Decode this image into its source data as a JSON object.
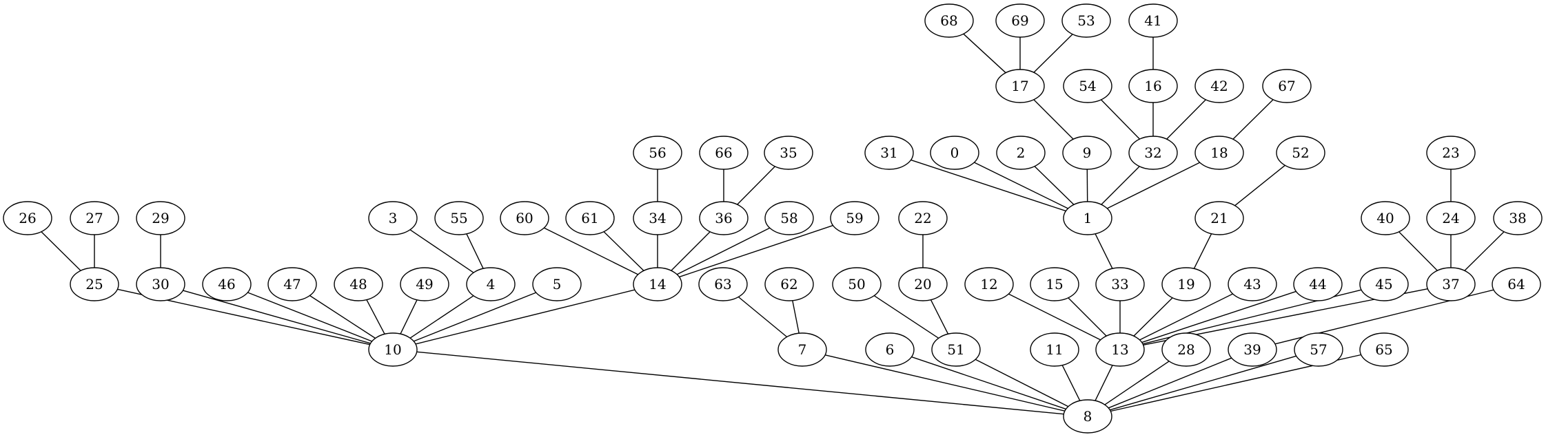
{
  "graph": {
    "type": "tree",
    "nodes": [
      "0",
      "1",
      "2",
      "3",
      "4",
      "5",
      "6",
      "7",
      "8",
      "9",
      "10",
      "11",
      "12",
      "13",
      "14",
      "15",
      "16",
      "17",
      "18",
      "19",
      "20",
      "21",
      "22",
      "23",
      "24",
      "25",
      "26",
      "27",
      "28",
      "29",
      "30",
      "31",
      "32",
      "33",
      "34",
      "35",
      "36",
      "37",
      "38",
      "39",
      "40",
      "41",
      "42",
      "43",
      "44",
      "45",
      "46",
      "47",
      "48",
      "49",
      "50",
      "51",
      "52",
      "53",
      "54",
      "55",
      "56",
      "57",
      "58",
      "59",
      "60",
      "61",
      "62",
      "63",
      "64",
      "65",
      "66",
      "67",
      "68",
      "69"
    ],
    "edges": [
      [
        "26",
        "25"
      ],
      [
        "27",
        "25"
      ],
      [
        "29",
        "30"
      ],
      [
        "3",
        "4"
      ],
      [
        "55",
        "4"
      ],
      [
        "25",
        "10"
      ],
      [
        "30",
        "10"
      ],
      [
        "46",
        "10"
      ],
      [
        "47",
        "10"
      ],
      [
        "48",
        "10"
      ],
      [
        "49",
        "10"
      ],
      [
        "4",
        "10"
      ],
      [
        "5",
        "10"
      ],
      [
        "14",
        "10"
      ],
      [
        "56",
        "34"
      ],
      [
        "66",
        "36"
      ],
      [
        "35",
        "36"
      ],
      [
        "60",
        "14"
      ],
      [
        "61",
        "14"
      ],
      [
        "34",
        "14"
      ],
      [
        "36",
        "14"
      ],
      [
        "58",
        "14"
      ],
      [
        "59",
        "14"
      ],
      [
        "22",
        "20"
      ],
      [
        "63",
        "7"
      ],
      [
        "62",
        "7"
      ],
      [
        "50",
        "51"
      ],
      [
        "20",
        "51"
      ],
      [
        "68",
        "17"
      ],
      [
        "69",
        "17"
      ],
      [
        "53",
        "17"
      ],
      [
        "17",
        "9"
      ],
      [
        "41",
        "16"
      ],
      [
        "54",
        "32"
      ],
      [
        "16",
        "32"
      ],
      [
        "42",
        "32"
      ],
      [
        "67",
        "18"
      ],
      [
        "31",
        "1"
      ],
      [
        "0",
        "1"
      ],
      [
        "2",
        "1"
      ],
      [
        "9",
        "1"
      ],
      [
        "32",
        "1"
      ],
      [
        "18",
        "1"
      ],
      [
        "52",
        "21"
      ],
      [
        "21",
        "19"
      ],
      [
        "1",
        "33"
      ],
      [
        "12",
        "13"
      ],
      [
        "15",
        "13"
      ],
      [
        "33",
        "13"
      ],
      [
        "19",
        "13"
      ],
      [
        "43",
        "13"
      ],
      [
        "44",
        "13"
      ],
      [
        "45",
        "13"
      ],
      [
        "37",
        "13"
      ],
      [
        "23",
        "24"
      ],
      [
        "40",
        "37"
      ],
      [
        "24",
        "37"
      ],
      [
        "38",
        "37"
      ],
      [
        "64",
        "39"
      ],
      [
        "10",
        "8"
      ],
      [
        "7",
        "8"
      ],
      [
        "6",
        "8"
      ],
      [
        "51",
        "8"
      ],
      [
        "11",
        "8"
      ],
      [
        "13",
        "8"
      ],
      [
        "28",
        "8"
      ],
      [
        "39",
        "8"
      ],
      [
        "57",
        "8"
      ],
      [
        "65",
        "8"
      ]
    ]
  }
}
